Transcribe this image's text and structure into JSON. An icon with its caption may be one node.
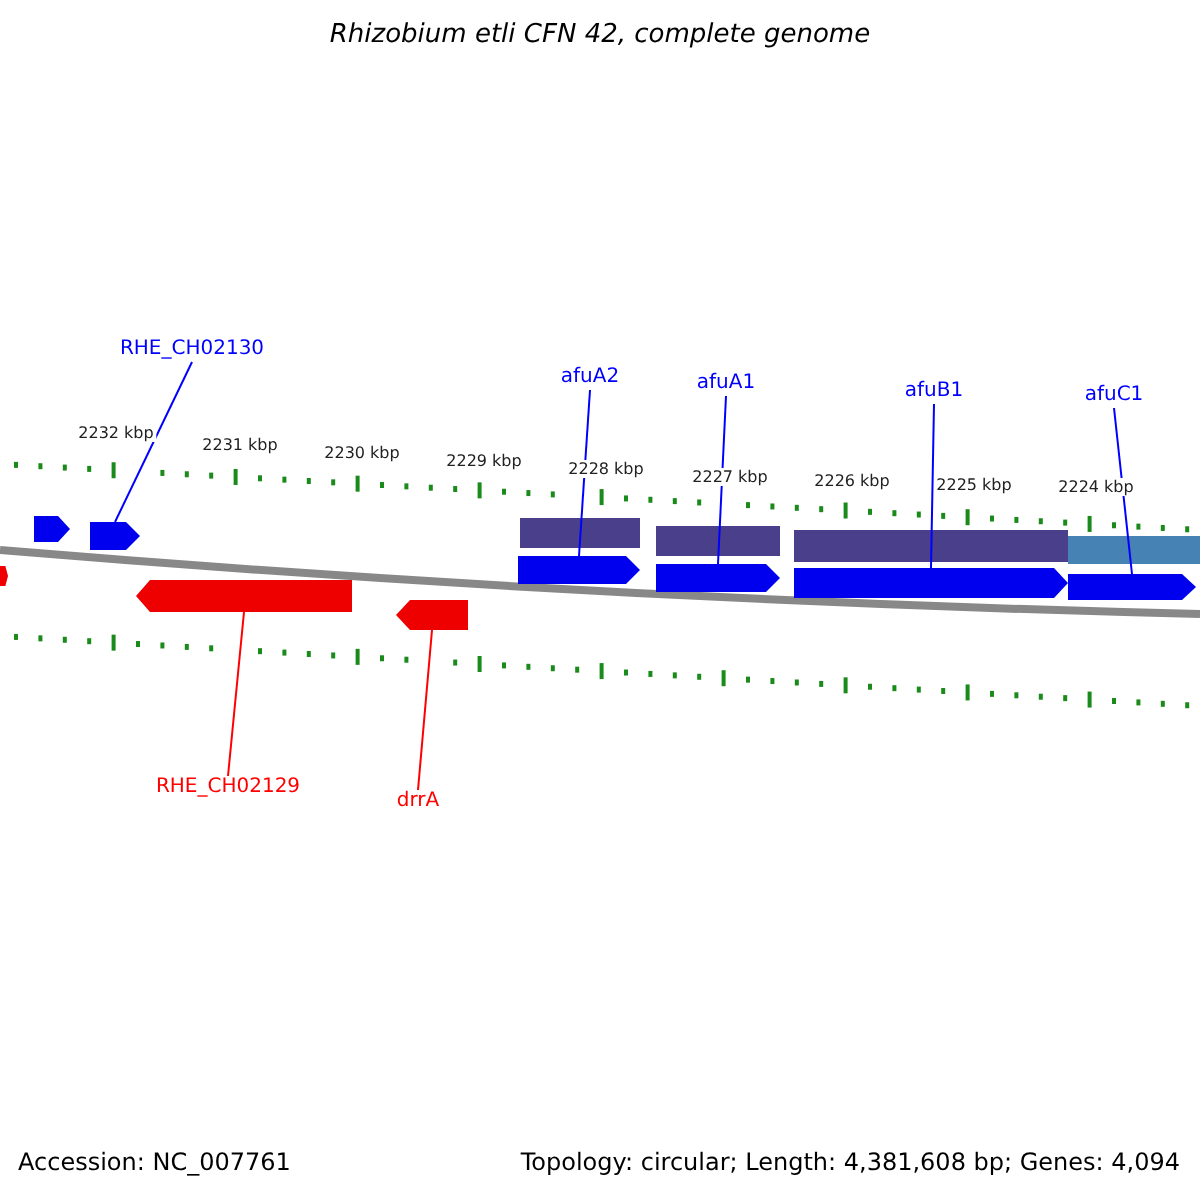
{
  "diagram": {
    "title": "Rhizobium etli CFN 42, complete genome",
    "nodes": [
      {
        "text": [
          "RHE_CH02130"
        ]
      },
      {
        "text": [
          "afuA2"
        ]
      },
      {
        "text": [
          "afuA1"
        ]
      },
      {
        "text": [
          "afuB1"
        ]
      },
      {
        "text": [
          "afuC1"
        ]
      },
      {
        "text": [
          "RHE_CH02129"
        ]
      },
      {
        "text": [
          "drrA"
        ]
      },
      {
        "text": [],
        "shape": "arrow"
      },
      {
        "text": [],
        "shape": "arrow"
      },
      {
        "text": [],
        "shape": "arrow"
      },
      {
        "text": [],
        "shape": "arrow"
      },
      {
        "text": [],
        "shape": "arrow"
      },
      {
        "text": [],
        "shape": "arrow"
      },
      {
        "text": [],
        "shape": "arrow"
      }
    ],
    "edges": [
      {
        "from": 0,
        "to": 7,
        "arrow": "none"
      },
      {
        "from": 1,
        "to": 8,
        "arrow": "none"
      },
      {
        "from": 2,
        "to": 9,
        "arrow": "none"
      },
      {
        "from": 3,
        "to": 10,
        "arrow": "none"
      },
      {
        "from": 4,
        "to": 11,
        "arrow": "none"
      },
      {
        "from": 5,
        "to": 12,
        "arrow": "none",
        "color": "#ff0000"
      },
      {
        "from": 6,
        "to": 13,
        "arrow": "none",
        "color": "#ff0000"
      }
    ],
    "labels": [
      "2232 kbp",
      "2231 kbp",
      "2230 kbp",
      "2229 kbp",
      "2228 kbp",
      "2227 kbp",
      "2226 kbp",
      "2225 kbp",
      "2224 kbp",
      "Accession: NC_007761",
      "Topology: circular; Length: 4,381,608 bp; Genes: 4,094"
    ]
  }
}
